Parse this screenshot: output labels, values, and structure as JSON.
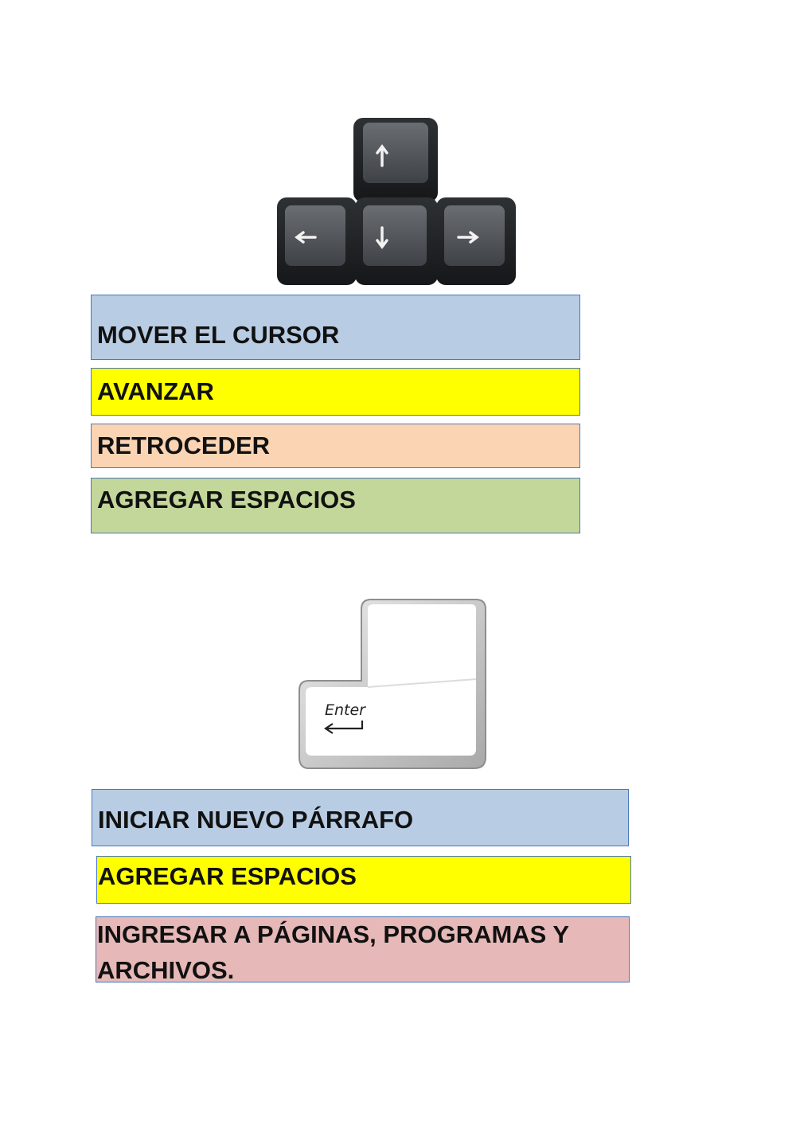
{
  "section1": {
    "image_icon": "arrow-keys-icon",
    "options": [
      {
        "label": "MOVER EL CURSOR",
        "color": "#b8cce4"
      },
      {
        "label": "AVANZAR",
        "color": "#ffff00"
      },
      {
        "label": "RETROCEDER",
        "color": "#fbd4b4"
      },
      {
        "label": "AGREGAR ESPACIOS",
        "color": "#c4d79b"
      }
    ]
  },
  "section2": {
    "image_icon": "enter-key-icon",
    "key_label": "Enter",
    "options": [
      {
        "label": "INICIAR NUEVO PÁRRAFO",
        "color": "#b8cce4"
      },
      {
        "label": "AGREGAR ESPACIOS",
        "color": "#ffff00"
      },
      {
        "label": "INGRESAR A PÁGINAS, PROGRAMAS Y ARCHIVOS.",
        "color": "#e6b8b7"
      }
    ]
  }
}
